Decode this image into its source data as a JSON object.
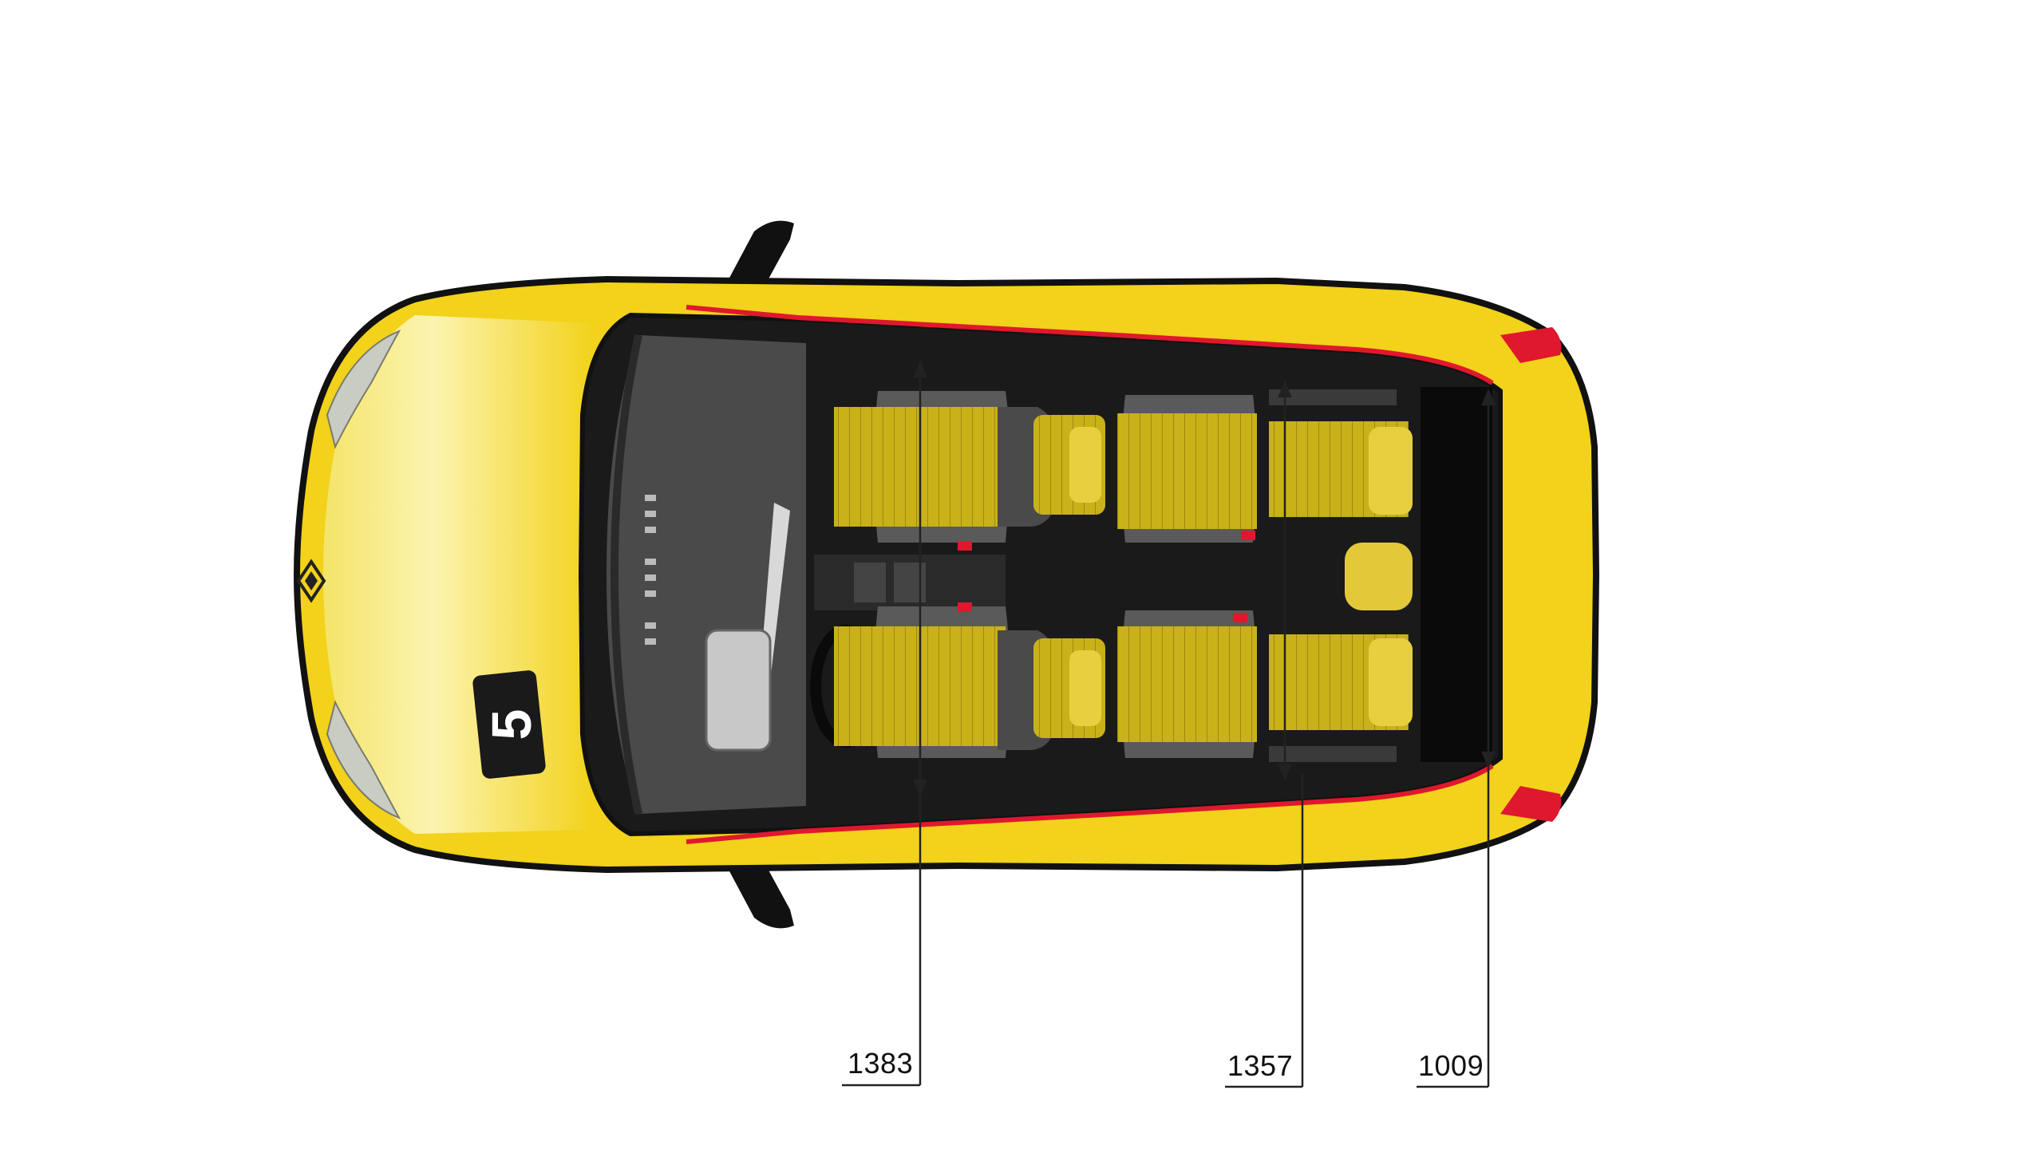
{
  "dimensions": [
    {
      "id": "front",
      "label": "1383"
    },
    {
      "id": "rear",
      "label": "1357"
    },
    {
      "id": "boot",
      "label": "1009"
    }
  ],
  "badge": {
    "text": "5"
  },
  "colors": {
    "body": "#F2D21A",
    "body_highlight": "#FBF08A",
    "body_outline": "#111111",
    "interior": "#1A1A1A",
    "dash": "#4A4A4A",
    "seat_yellow": "#C9B11A",
    "seat_grey": "#5A5A5A",
    "accent_red": "#E0182D",
    "glass": "#C9CCC2",
    "dimension_line": "#222222"
  }
}
